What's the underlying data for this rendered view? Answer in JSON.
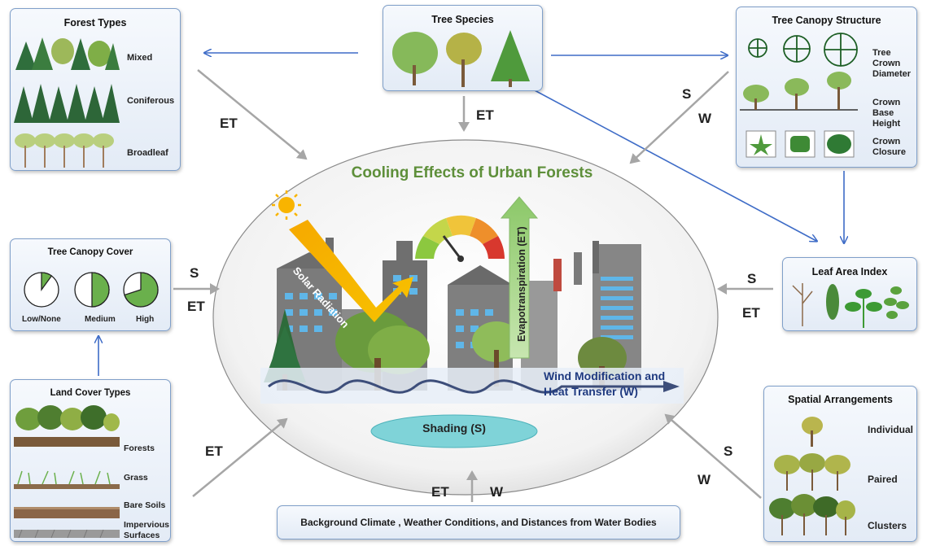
{
  "center": {
    "title": "Cooling Effects of Urban Forests",
    "solar_label": "Solar Radiation",
    "evapo_label": "Evapotranspiration (ET)",
    "wind_label_1": "Wind Modification and",
    "wind_label_2": "Heat Transfer (W)",
    "shading_label": "Shading (S)"
  },
  "forest_types": {
    "title": "Forest Types",
    "items": [
      "Mixed",
      "Coniferous",
      "Broadleaf"
    ]
  },
  "tree_species": {
    "title": "Tree Species"
  },
  "canopy_structure": {
    "title": "Tree Canopy Structure",
    "items": [
      {
        "line1": "Tree Crown",
        "line2": "Diameter"
      },
      {
        "line1": "Crown Base",
        "line2": "Height"
      },
      {
        "line1": "Crown",
        "line2": "Closure"
      }
    ]
  },
  "canopy_cover": {
    "title": "Tree Canopy Cover",
    "items": [
      {
        "label": "Low/None",
        "fraction": 0.1
      },
      {
        "label": "Medium",
        "fraction": 0.5
      },
      {
        "label": "High",
        "fraction": 0.7
      }
    ]
  },
  "leaf_area_index": {
    "title": "Leaf Area Index"
  },
  "land_cover": {
    "title": "Land Cover Types",
    "items": [
      "Forests",
      "Grass",
      "Bare Soils"
    ],
    "impervious_1": "Impervious",
    "impervious_2": "Surfaces"
  },
  "spatial": {
    "title": "Spatial Arrangements",
    "items": [
      "Individual",
      "Paired",
      "Clusters"
    ]
  },
  "background_box": {
    "text": "Background Climate , Weather Conditions, and Distances from Water Bodies"
  },
  "mechanisms": {
    "et": "ET",
    "s": "S",
    "w": "W"
  },
  "colors": {
    "blue_arrow": "#3e6cc7",
    "gray_arrow": "#a6a6a6",
    "title_green": "#5e8f3a",
    "wind_blue": "#1f3a80",
    "water": "#7fd3d8",
    "pie_green": "#6ab04c"
  }
}
